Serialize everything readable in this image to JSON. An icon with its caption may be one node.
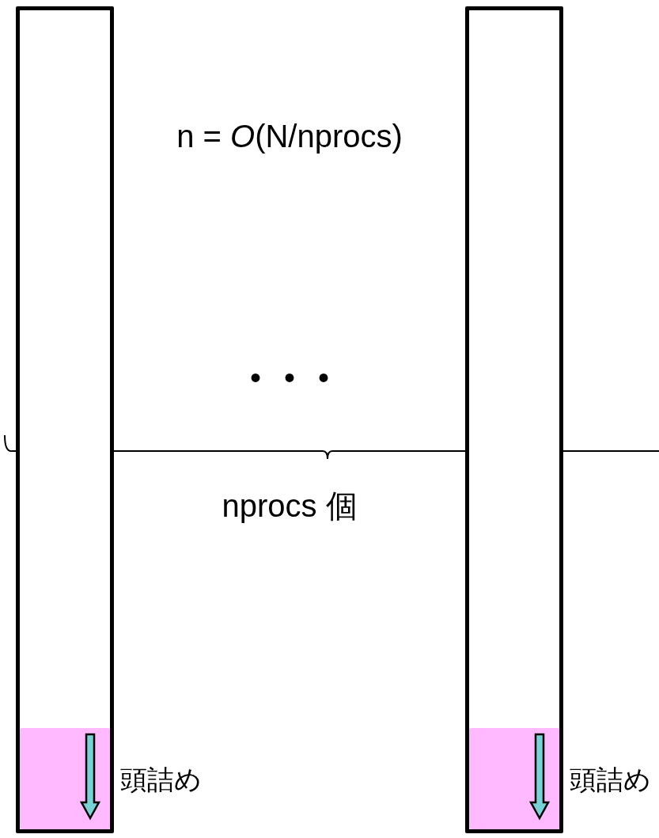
{
  "diagram": {
    "nodes": [
      {
        "text": [],
        "shape": "box"
      },
      {
        "text": [],
        "shape": "box",
        "in": 0,
        "beside": [
          "頭詰め"
        ]
      },
      {
        "text": [],
        "shape": "box"
      },
      {
        "text": [],
        "shape": "box",
        "in": 2,
        "beside": [
          "頭詰め"
        ]
      }
    ],
    "edges": [],
    "labels": [
      "n = *O*(N/nprocs)",
      "• • •",
      "nprocs 個"
    ]
  }
}
